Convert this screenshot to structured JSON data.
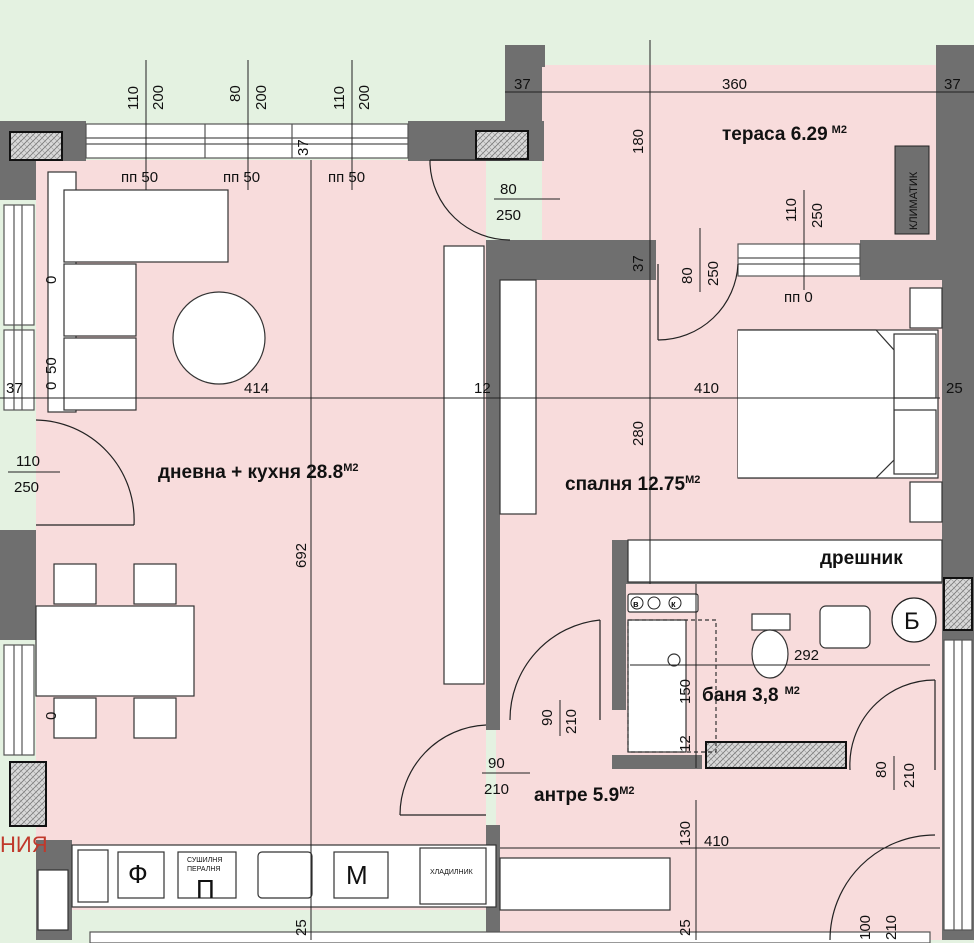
{
  "colors": {
    "background": "#e4f2e1",
    "floor": "#f8dcdc",
    "wall": "#6f6f6f",
    "wall_dark": "#4a4a4a",
    "furniture": "#ffffff",
    "line": "#222222",
    "accent": "#c0392b"
  },
  "rooms": {
    "living": "дневна + кухня 28.8",
    "terrace": "тераса 6.29",
    "bedroom": "спалня 12.75",
    "bathroom": "баня 3,8",
    "entrance": "антре 5.9",
    "wardrobe": "дрешник",
    "unit_m2": "М2"
  },
  "labels": {
    "ac": "КЛИМАТИК",
    "fridge": "ХЛАДИЛНИК",
    "dryer_1": "СУШИЛНЯ",
    "dryer_2": "ПЕРАЛНЯ",
    "dryer_letter": "П",
    "oven_letter": "Ф",
    "micro_letter": "М",
    "boiler_letter": "Б",
    "b_letter": "в",
    "k_letter": "к",
    "cut_text": "НИЯ"
  },
  "dims": {
    "w1_a": "110",
    "w1_b": "200",
    "w2_a": "80",
    "w2_b": "200",
    "w3_a": "110",
    "w3_b": "200",
    "pp1": "пп 50",
    "pp2": "пп 50",
    "pp3": "пп 50",
    "t37_a": "37",
    "t37_b": "37",
    "t360": "360",
    "t180": "180",
    "t37_c": "37",
    "d80": "80",
    "d250": "250",
    "bw_a": "110",
    "bw_b": "250",
    "pp0": "пп 0",
    "bd_a": "80",
    "bd_b": "250",
    "h37_left": "37",
    "h414": "414",
    "h12": "12",
    "h410": "410",
    "h25": "25",
    "v37_small": "37",
    "sl0_a": "0",
    "sl50": "50",
    "sl0_b": "0",
    "side_door_a": "110",
    "side_door_b": "250",
    "v280": "280",
    "v692": "692",
    "v292": "292",
    "v150": "150",
    "v12": "12",
    "bath_door_a": "90",
    "bath_door_b": "210",
    "ent_door_a": "90",
    "ent_door_b": "210",
    "right_door_a": "80",
    "right_door_b": "210",
    "v130": "130",
    "h410_b": "410",
    "v25_a": "25",
    "v25_b": "25",
    "bot_a": "100",
    "bot_b": "210",
    "left_low": "0"
  }
}
